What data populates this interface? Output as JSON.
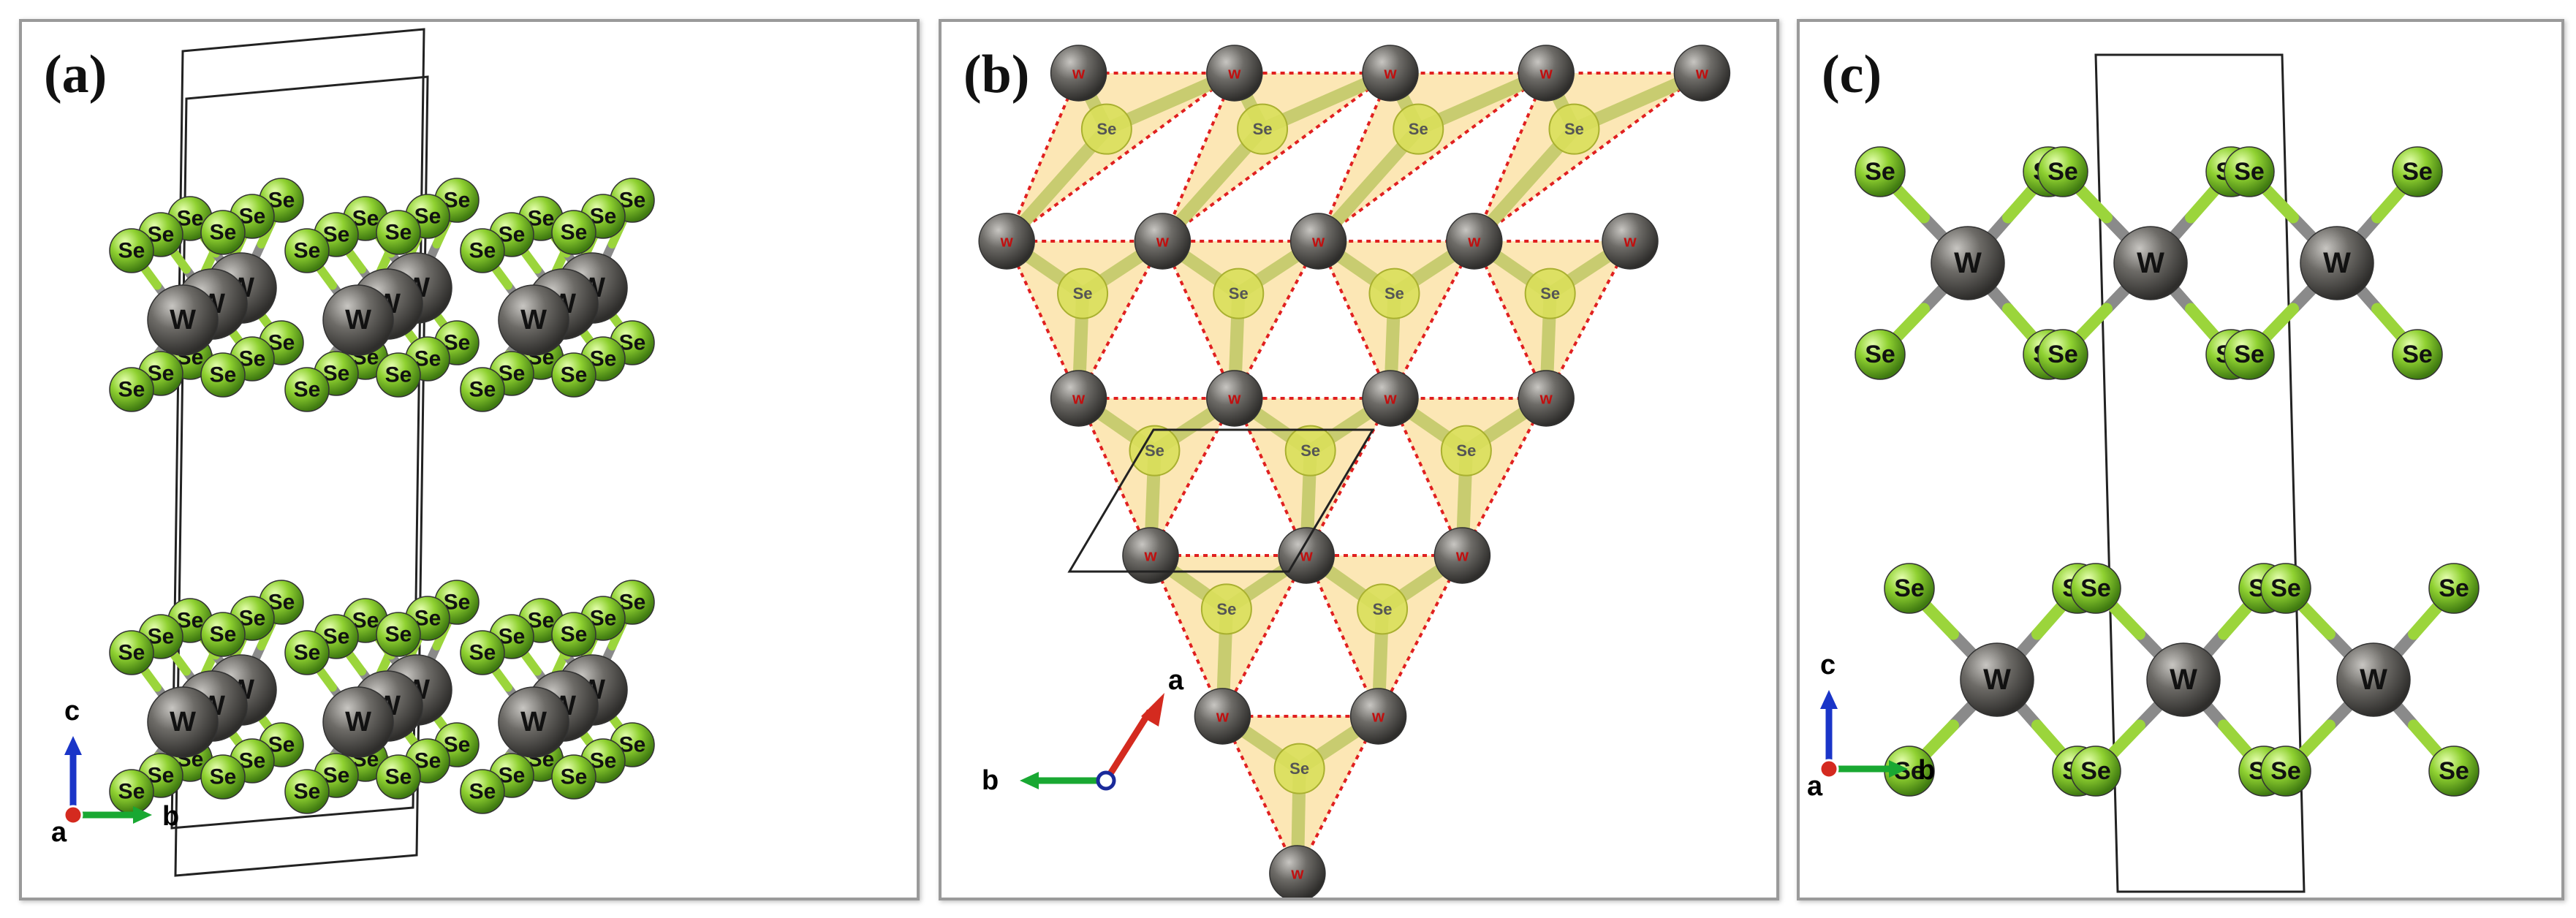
{
  "panels": [
    {
      "id": "a",
      "label": "(a)"
    },
    {
      "id": "b",
      "label": "(b)"
    },
    {
      "id": "c",
      "label": "(c)"
    }
  ],
  "atoms": {
    "metal": {
      "symbol": "W",
      "color": "#6d6b67"
    },
    "chalcogen": {
      "symbol": "Se",
      "color": "#8fd131"
    }
  },
  "axes": {
    "a": {
      "vertical": "c",
      "horizontal": "b",
      "depth": "a"
    },
    "b": {
      "arrow1": "a",
      "arrow2": "b"
    },
    "c": {
      "vertical": "c",
      "horizontal": "b",
      "depth": "a"
    }
  },
  "colors": {
    "bond_metal": "#8a8a8a",
    "bond_chalcogen": "#9bd53b",
    "triangle_fill": "#fbe3a8",
    "triangle_edge": "#e02020",
    "axis_c": "#1a35c8",
    "axis_b": "#19a832",
    "axis_a": "#d42a1f"
  }
}
